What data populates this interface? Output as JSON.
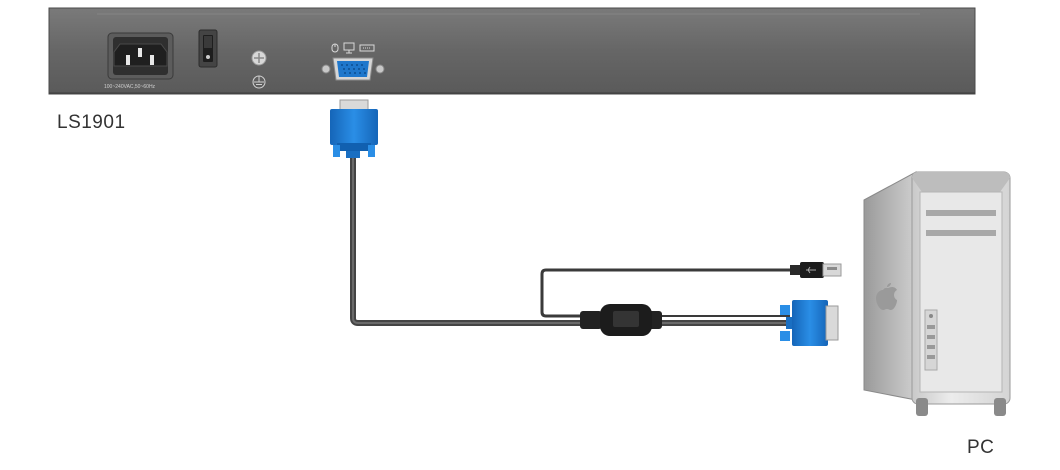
{
  "device": {
    "model_label": "LS1901",
    "power_rating": "100~240VAC,50~60Hz",
    "ports": [
      "power-inlet",
      "power-switch",
      "ground-terminal",
      "vga-port"
    ]
  },
  "pc": {
    "label": "PC"
  },
  "cable": {
    "connectors": [
      "vga-male",
      "usb-a-male",
      "vga-male"
    ],
    "colors": {
      "cable": "#555555",
      "vga": "#1a7fd4",
      "chassis": "#6b6b6b"
    }
  }
}
